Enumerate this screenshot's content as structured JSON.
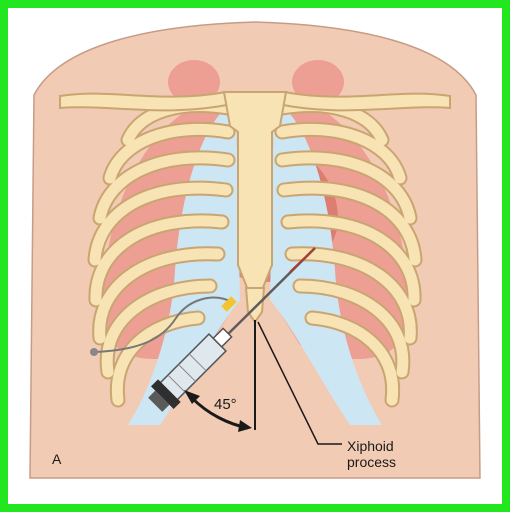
{
  "figure": {
    "panel_letter": "A",
    "angle_label": "45°",
    "xiphoid_label_line1": "Xiphoid",
    "xiphoid_label_line2": "process"
  },
  "colors": {
    "frame_border": "#22e61e",
    "skin": "#f2cbb4",
    "bone": "#f7e3b3",
    "cartilage": "#cde6f3",
    "lung": "#ee9f93",
    "heart": "#d9766b"
  },
  "icons": {
    "needle": "needle-icon",
    "syringe": "syringe-icon",
    "angle_arrow": "curved-arrow-icon"
  }
}
